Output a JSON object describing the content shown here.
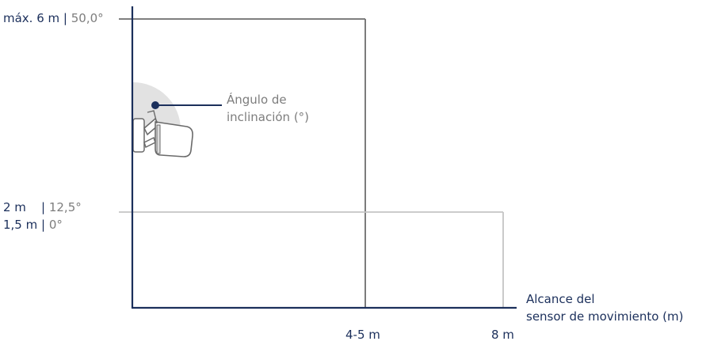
{
  "colors": {
    "axis": "#1b2f5b",
    "frame_dark": "#6d6d6d",
    "frame_light": "#c4c4c4",
    "sector_fill": "#e2e2e2",
    "label_dark": "#1b2f5b",
    "label_grey": "#7d7d7d"
  },
  "icons": {
    "camera": "camera-icon",
    "callout_dot": "dot-icon"
  },
  "y_labels": {
    "top_height": "máx. 6 m",
    "top_sep": "|",
    "top_angle": "50,0°",
    "mid_height": "2 m",
    "mid_sep": "|",
    "mid_angle": "12,5°",
    "low_height": "1,5 m",
    "low_sep": "|",
    "low_angle": "0°"
  },
  "x_labels": {
    "mid": "4-5 m",
    "far": "8 m"
  },
  "axis_title": {
    "line1": "Alcance del",
    "line2": "sensor de movimiento (m)"
  },
  "callout": {
    "line1": "Ángulo de",
    "line2": "inclinación (°)"
  }
}
